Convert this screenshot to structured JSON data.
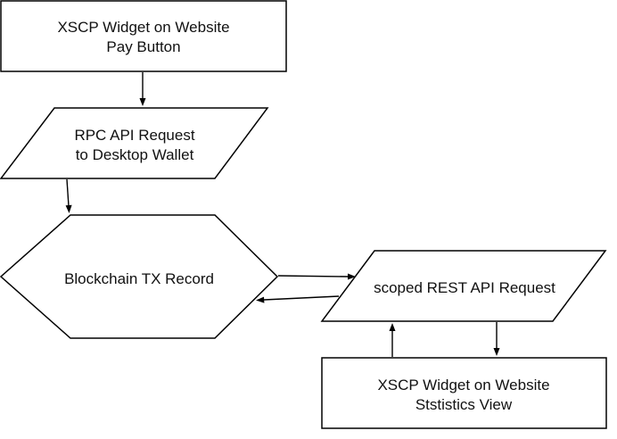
{
  "nodes": {
    "widget_pay": {
      "shape": "rectangle",
      "lines": [
        "XSCP Widget on Website",
        "Pay Button"
      ]
    },
    "rpc_request": {
      "shape": "parallelogram",
      "lines": [
        "RPC API Request",
        "to Desktop Wallet"
      ]
    },
    "blockchain": {
      "shape": "hexagon",
      "lines": [
        "Blockchain TX Record"
      ]
    },
    "rest_request": {
      "shape": "parallelogram",
      "lines": [
        "scoped REST API Request"
      ]
    },
    "widget_stats": {
      "shape": "rectangle",
      "lines": [
        "XSCP Widget on Website",
        "Ststistics View"
      ]
    }
  },
  "edges": [
    {
      "from": "widget_pay",
      "to": "rpc_request"
    },
    {
      "from": "rpc_request",
      "to": "blockchain"
    },
    {
      "from": "blockchain",
      "to": "rest_request"
    },
    {
      "from": "rest_request",
      "to": "blockchain"
    },
    {
      "from": "rest_request",
      "to": "widget_stats"
    },
    {
      "from": "widget_stats",
      "to": "rest_request"
    }
  ],
  "colors": {
    "stroke": "#000000",
    "fill": "#ffffff",
    "text": "#111111"
  }
}
